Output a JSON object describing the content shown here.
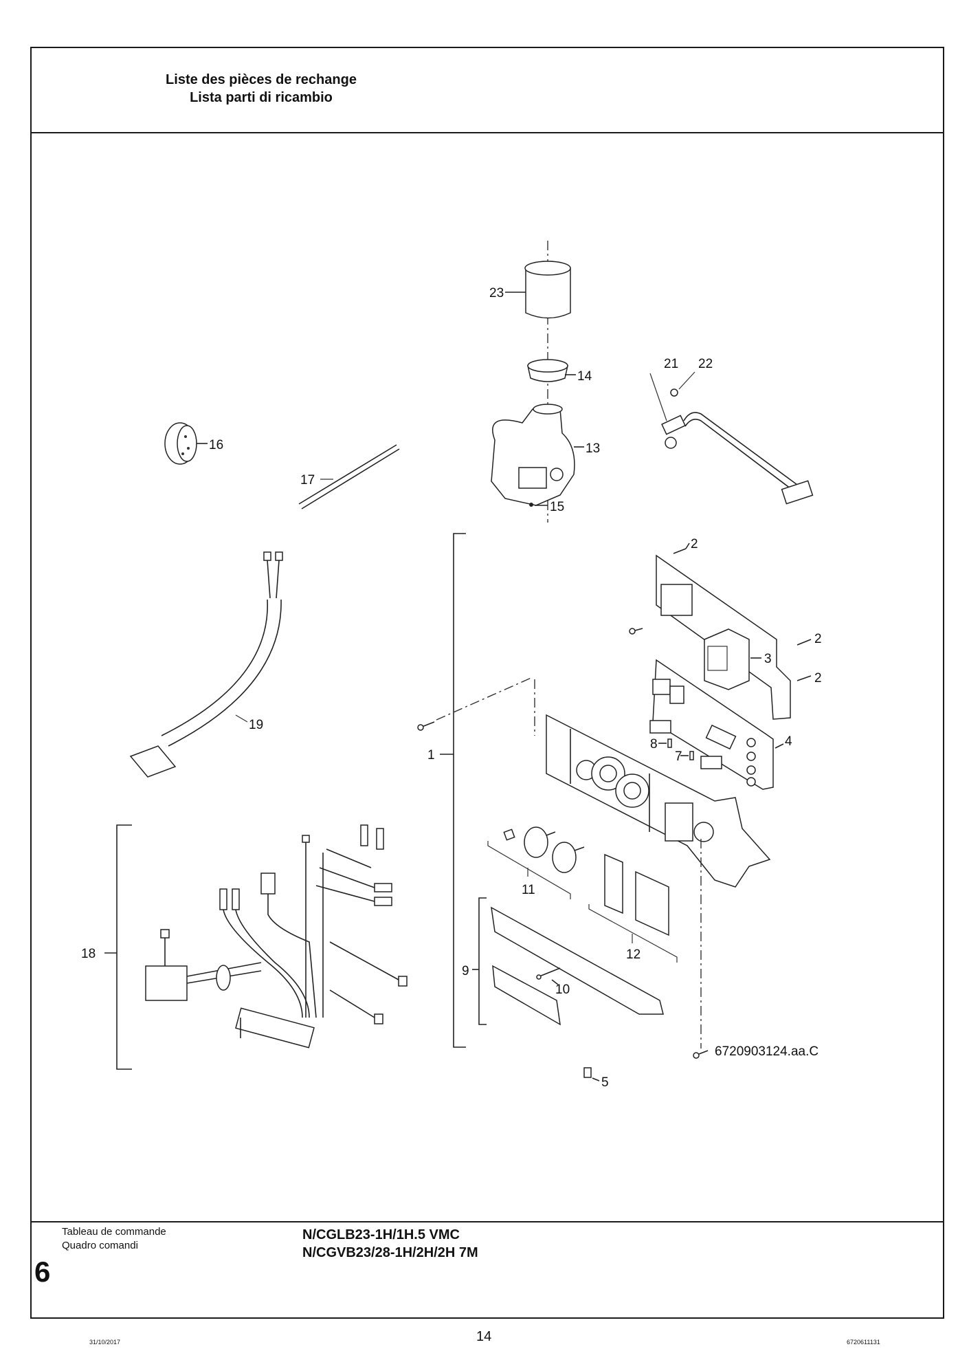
{
  "header": {
    "title_fr": "Liste des pièces de rechange",
    "title_it": "Lista parti di ricambio"
  },
  "diagram": {
    "reference_code": "6720903124.aa.C",
    "callouts": [
      {
        "id": "c1",
        "label": "1"
      },
      {
        "id": "c2a",
        "label": "2"
      },
      {
        "id": "c2b",
        "label": "2"
      },
      {
        "id": "c2c",
        "label": "2"
      },
      {
        "id": "c3",
        "label": "3"
      },
      {
        "id": "c4",
        "label": "4"
      },
      {
        "id": "c5",
        "label": "5"
      },
      {
        "id": "c7",
        "label": "7"
      },
      {
        "id": "c8",
        "label": "8"
      },
      {
        "id": "c9",
        "label": "9"
      },
      {
        "id": "c10",
        "label": "10"
      },
      {
        "id": "c11",
        "label": "11"
      },
      {
        "id": "c12",
        "label": "12"
      },
      {
        "id": "c13",
        "label": "13"
      },
      {
        "id": "c14",
        "label": "14"
      },
      {
        "id": "c15",
        "label": "15"
      },
      {
        "id": "c16",
        "label": "16"
      },
      {
        "id": "c17",
        "label": "17"
      },
      {
        "id": "c18",
        "label": "18"
      },
      {
        "id": "c19",
        "label": "19"
      },
      {
        "id": "c21",
        "label": "21"
      },
      {
        "id": "c22",
        "label": "22"
      },
      {
        "id": "c23",
        "label": "23"
      }
    ]
  },
  "footer": {
    "section_number": "6",
    "section_name_fr": "Tableau de commande",
    "section_name_it": "Quadro comandi",
    "model_line_1": "N/CGLB23-1H/1H.5 VMC",
    "model_line_2": "N/CGVB23/28-1H/2H/2H 7M",
    "date": "31/10/2017",
    "page_number": "14",
    "document_number": "6720611131"
  }
}
